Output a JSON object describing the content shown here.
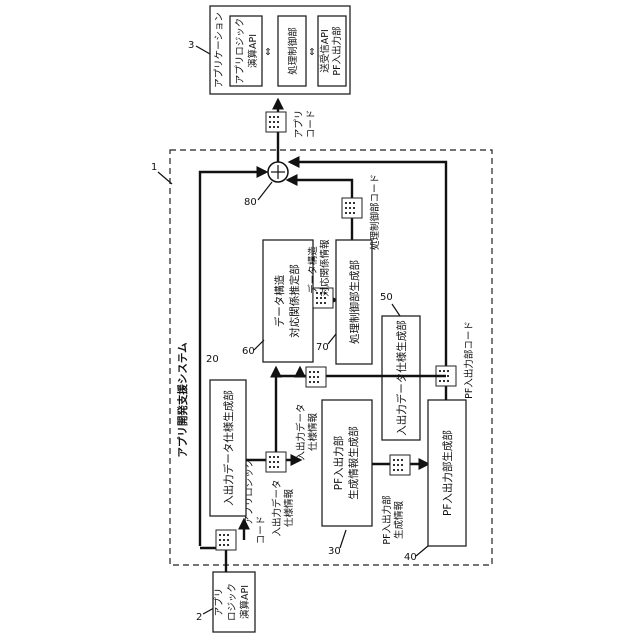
{
  "system": {
    "number": "1",
    "title": "アプリ開発支援システム"
  },
  "blocks": {
    "b20": {
      "number": "20",
      "label": "入出力データ仕様生成部"
    },
    "b30": {
      "number": "30",
      "line1": "PF入出力部",
      "line2": "生成情報生成部"
    },
    "b40": {
      "number": "40",
      "label": "PF入出力部生成部"
    },
    "b50": {
      "number": "50",
      "label": "入出力データ仕様生成部"
    },
    "b60": {
      "number": "60",
      "line1": "データ構造",
      "line2": "対応関係推定部"
    },
    "b70": {
      "number": "70",
      "label": "処理制御部生成部"
    },
    "b80": {
      "number": "80"
    }
  },
  "app": {
    "number": "3",
    "title": "アプリケーション",
    "logic_line1": "アプリロジック",
    "logic_line2": "演算API",
    "control": "処理制御部",
    "pf_line1": "送受信API",
    "pf_line2": "PF入出力部"
  },
  "input": {
    "number": "2",
    "line1": "アプリ",
    "line2": "ロジック",
    "line3": "演算API"
  },
  "labels": {
    "app_logic_code_l1": "アプリロジック",
    "app_logic_code_l2": "コード",
    "io_spec_left_l1": "入出力データ",
    "io_spec_left_l2": "仕様情報",
    "io_spec_mid_l1": "入出力データ",
    "io_spec_mid_l2": "仕様情報",
    "pf_gen_info_l1": "PF入出力部",
    "pf_gen_info_l2": "生成情報",
    "data_rel_l1": "データ構造",
    "data_rel_l2": "対応関係情報",
    "ctrl_code": "処理制御部コード",
    "pf_code": "PF入出力部コード",
    "app_code_l1": "アプリ",
    "app_code_l2": "コード"
  }
}
